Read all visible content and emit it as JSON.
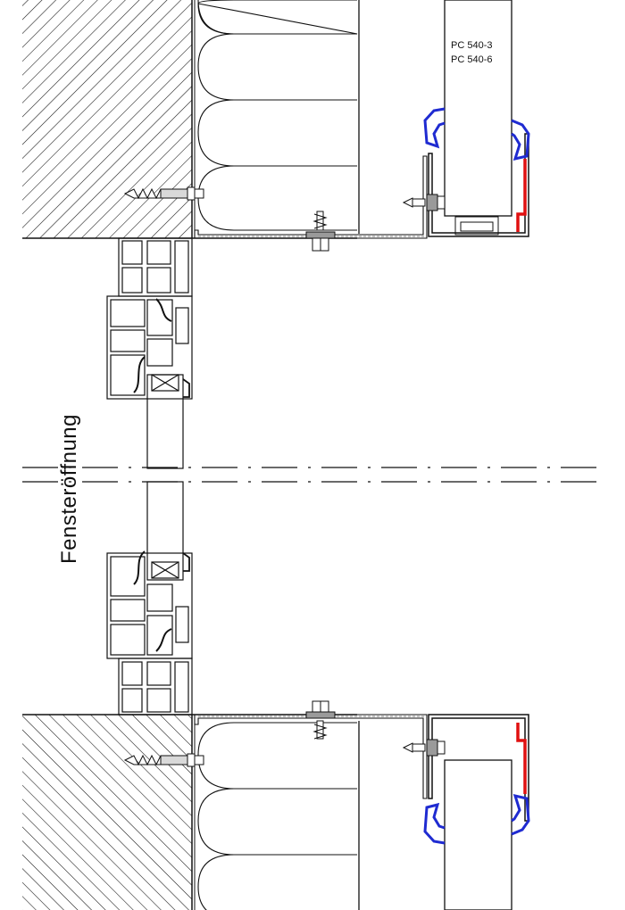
{
  "labels": {
    "panel_line_1": "PC 540-3",
    "panel_line_2": "PC 540-6",
    "opening": "Fensteröffnung"
  },
  "colors": {
    "line": "#111111",
    "seal_blue": "#1f2bd1",
    "seal_red": "#e01010",
    "screw_gray": "#9a9a9a"
  }
}
